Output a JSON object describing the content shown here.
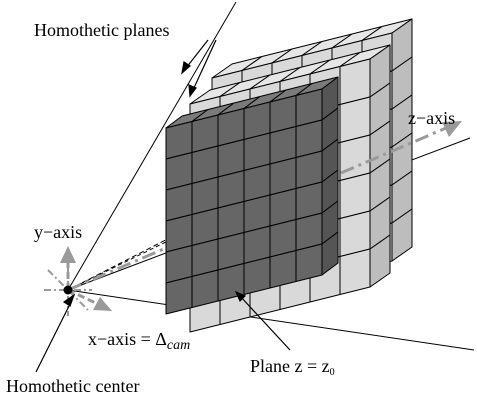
{
  "labels": {
    "homothetic_planes": "Homothetic planes",
    "z_axis": "z−axis",
    "y_axis": "y−axis",
    "x_axis_prefix": "x−axis = Δ",
    "x_axis_sub": "cam",
    "plane_prefix": "Plane z = z",
    "plane_sub": "0",
    "homothetic_center": "Homothetic center"
  },
  "grid": {
    "rows": 6,
    "cols": 6
  },
  "colors": {
    "front_plane": "#666666",
    "back_planes": "#d9d9d9",
    "cube_top": "#e6e6e6",
    "cube_side": "#bdbdbd",
    "axis_arrow": "#9a9a9a",
    "ink": "#000000"
  }
}
